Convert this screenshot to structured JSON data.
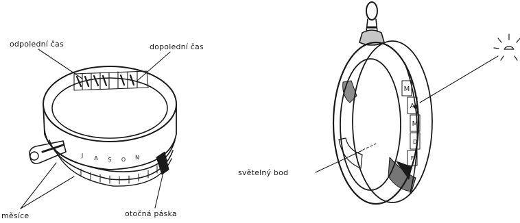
{
  "labels": {
    "afternoon_time": "odpolední čas",
    "morning_time": "dopolední čas",
    "light_point": "světelný bod",
    "months": "měsíce",
    "rotating_slider": "otočná páska"
  },
  "ring_text": {
    "month_marks": [
      "M",
      "A",
      "M"
    ],
    "slit_letters": [
      "D",
      "F",
      "J",
      "A",
      "S",
      "O",
      "N"
    ]
  },
  "icons": {
    "sun": "sun-icon",
    "suspension_ring": "hanging-ring-icon"
  },
  "colors": {
    "ink": "#1a1a1a",
    "background": "#ffffff"
  }
}
